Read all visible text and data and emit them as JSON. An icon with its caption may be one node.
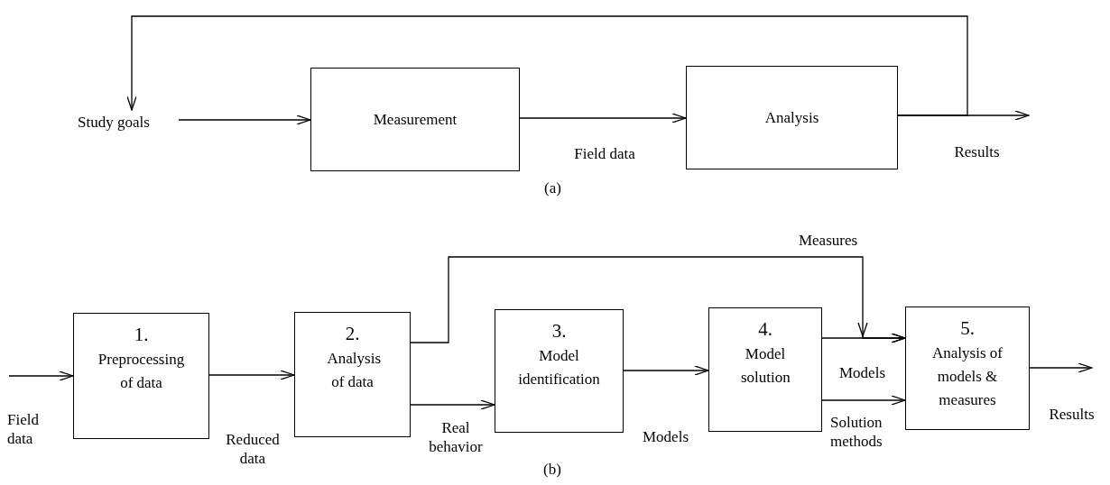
{
  "diagram": {
    "nodes": [
      {
        "text": [
          "Study goals"
        ]
      },
      {
        "text": [
          "Measurement"
        ]
      },
      {
        "text": [
          "Analysis"
        ]
      },
      {
        "text": [
          "1.",
          "Preprocessing of data"
        ]
      },
      {
        "text": [
          "2.",
          "Analysis of data"
        ]
      },
      {
        "text": [
          "3.",
          "Model identification"
        ]
      },
      {
        "text": [
          "4.",
          "Model solution"
        ]
      },
      {
        "text": [
          "5.",
          "Analysis of models & measures"
        ]
      }
    ],
    "edges": [
      {
        "from": 0,
        "to": 1,
        "arrow": "to"
      },
      {
        "from": 1,
        "to": 2,
        "arrow": "to",
        "label": "Field data"
      },
      {
        "from": 2,
        "to": null,
        "arrow": "to",
        "label": "Results"
      },
      {
        "from": 2,
        "to": 0,
        "arrow": "to"
      },
      {
        "from": null,
        "to": 3,
        "arrow": "to",
        "label": "Field data"
      },
      {
        "from": 3,
        "to": 4,
        "arrow": "to",
        "label": "Reduced data"
      },
      {
        "from": 4,
        "to": 5,
        "arrow": "to",
        "label": "Real behavior"
      },
      {
        "from": 4,
        "to": 7,
        "arrow": "to",
        "label": "Measures"
      },
      {
        "from": 5,
        "to": 6,
        "arrow": "to",
        "label": "Models"
      },
      {
        "from": 6,
        "to": 7,
        "arrow": "to",
        "label": "Models"
      },
      {
        "from": 6,
        "to": 7,
        "arrow": "to",
        "label": "Solution methods"
      },
      {
        "from": 7,
        "to": null,
        "arrow": "to",
        "label": "Results"
      }
    ],
    "labels": [
      "(a)",
      "(b)"
    ]
  }
}
